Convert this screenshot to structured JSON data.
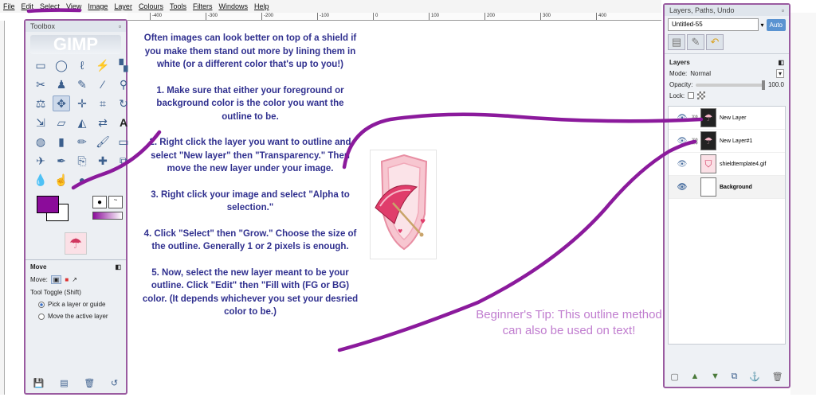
{
  "menu": [
    "File",
    "Edit",
    "Select",
    "View",
    "Image",
    "Layer",
    "Colours",
    "Tools",
    "Filters",
    "Windows",
    "Help"
  ],
  "ruler_ticks": [
    "-400",
    "-300",
    "-200",
    "-100",
    "0",
    "100",
    "200",
    "300",
    "400"
  ],
  "toolbox": {
    "title": "Toolbox",
    "logo": "GIMP",
    "tool_options": {
      "title": "Move",
      "move_label": "Move:",
      "toggle_label": "Tool Toggle  (Shift)",
      "option_pick": "Pick a layer or guide",
      "option_active": "Move the active layer"
    }
  },
  "instructions": [
    "Often images can look better on top of a shield if you make them stand out more by lining them in white (or a different color that's up to you!)",
    "1. Make sure that either your foreground or background color is the color you want the outline to be.",
    "2. Right click the layer you want to outline and select \"New layer\" then \"Transparency.\" Then move the new layer under your image.",
    "3. Right click your image and select \"Alpha to selection.\"",
    "4. Click \"Select\" then \"Grow.\" Choose the size of the outline. Generally 1 or 2 pixels is enough.",
    "5. Now, select the new layer meant to be your outline. Click \"Edit\" then \"Fill with (FG or BG) color. (It depends whichever you set your desried color to be.)"
  ],
  "tip": "Beginner's Tip: This outline method can also be used on text!",
  "layers_panel": {
    "title": "Layers, Paths, Undo",
    "image_name": "Untitled-55",
    "auto_label": "Auto",
    "section": "Layers",
    "mode_label": "Mode:",
    "mode_value": "Normal",
    "opacity_label": "Opacity:",
    "opacity_value": "100.0",
    "lock_label": "Lock:",
    "layers": [
      {
        "name": "New Layer"
      },
      {
        "name": "New Layer#1"
      },
      {
        "name": "shieldtemplate4.gif"
      },
      {
        "name": "Background"
      }
    ]
  },
  "colors": {
    "foreground": "#8b0c9a",
    "annotation_line": "#8b1a9c",
    "instructions_text": "#30308f",
    "tip_text": "#c07dcf"
  }
}
